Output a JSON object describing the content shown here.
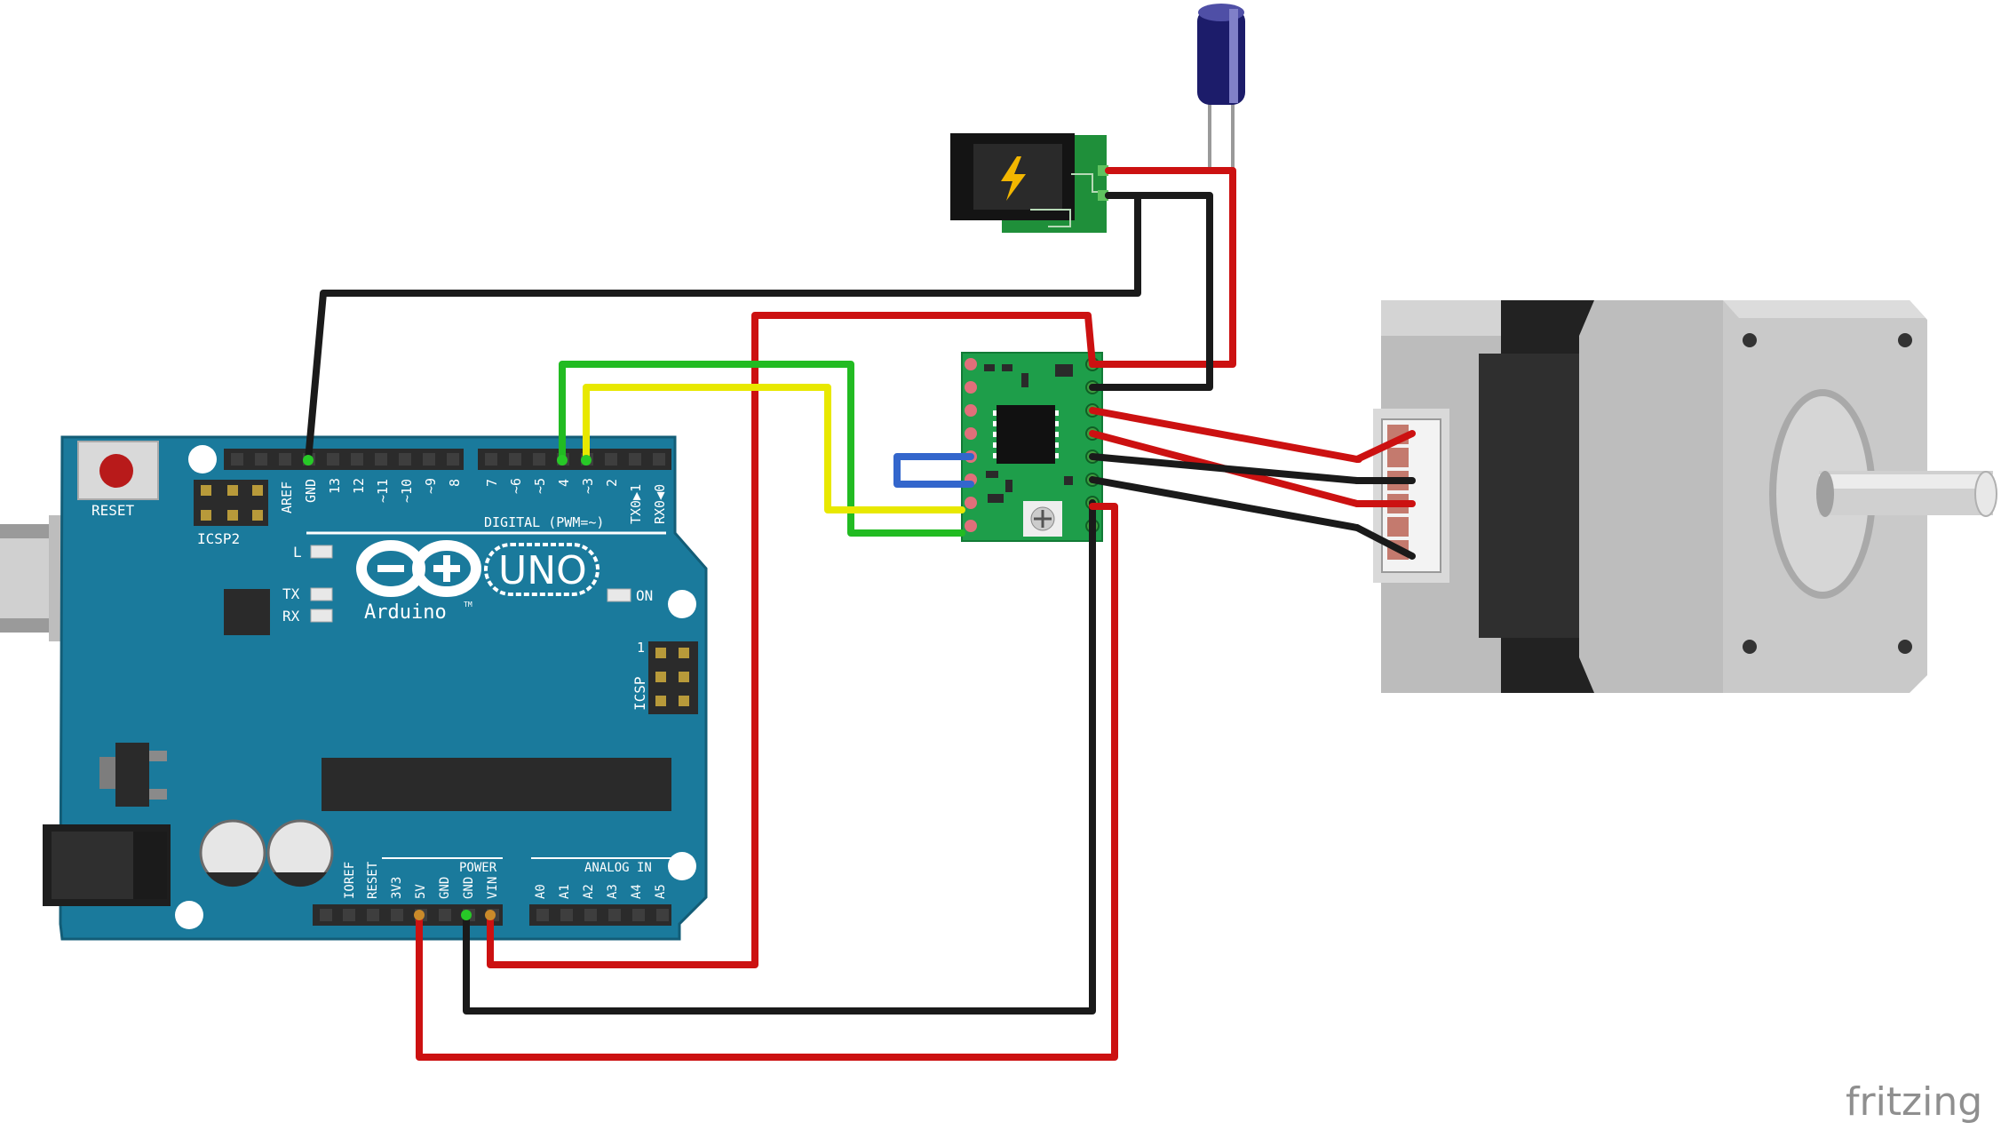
{
  "board": {
    "reset_label": "RESET",
    "icsp2_label": "ICSP2",
    "icsp_label": "ICSP",
    "icsp_pin1": "1",
    "led_l": "L",
    "led_tx": "TX",
    "led_rx": "RX",
    "led_on": "ON",
    "logo_uno": "UNO",
    "logo_arduino": "Arduino",
    "logo_tm": "TM",
    "digital_label": "DIGITAL (PWM=~)",
    "power_label": "POWER",
    "analog_label": "ANALOG IN",
    "top_pins_left": [
      "AREF",
      "GND",
      "13",
      "12",
      "~11",
      "~10",
      "~9",
      "8"
    ],
    "top_pins_right": [
      "7",
      "~6",
      "~5",
      "4",
      "~3",
      "2",
      "TX0▶1",
      "RX0◀0"
    ],
    "bottom_pins_power": [
      "IOREF",
      "RESET",
      "3V3",
      "5V",
      "GND",
      "GND",
      "VIN"
    ],
    "bottom_pins_analog": [
      "A0",
      "A1",
      "A2",
      "A3",
      "A4",
      "A5"
    ]
  },
  "colors": {
    "board": "#1a7a9c",
    "wire_red": "#cc1111",
    "wire_black": "#1a1a1a",
    "wire_green": "#22bb22",
    "wire_yellow": "#e8e800",
    "wire_blue": "#3366cc",
    "driver_pcb": "#1e9e4a",
    "jack_pcb": "#1f8f3a"
  },
  "watermark": "fritzing"
}
